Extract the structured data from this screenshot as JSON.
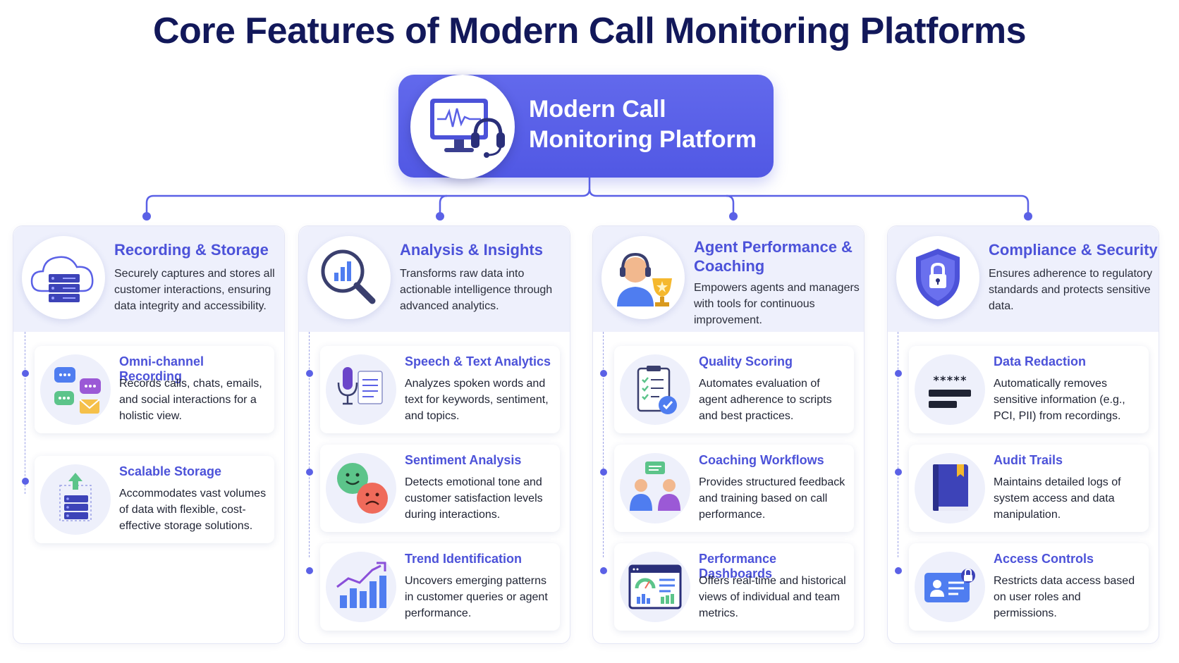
{
  "title": "Core Features of Modern Call Monitoring Platforms",
  "hub": {
    "line1": "Modern Call",
    "line2": "Monitoring Platform",
    "icon": "monitor-headset-icon"
  },
  "colors": {
    "primary": "#5158e4",
    "title": "#12185a",
    "accent_text": "#4c52d9",
    "head_bg": "#eef0fc"
  },
  "columns": [
    {
      "title": "Recording & Storage",
      "description": "Securely captures and stores all customer interactions, ensuring data integrity and accessibility.",
      "icon": "cloud-server-icon",
      "cards": [
        {
          "title": "Omni-channel Recording",
          "description": "Records calls, chats, emails, and social interactions for a holistic view.",
          "icon": "chat-bubbles-icon"
        },
        {
          "title": "Scalable Storage",
          "description": "Accommodates vast volumes of data with flexible, cost-effective storage solutions.",
          "icon": "server-upload-icon"
        }
      ]
    },
    {
      "title": "Analysis & Insights",
      "description": "Transforms raw data into actionable intelligence through advanced analytics.",
      "icon": "magnifier-chart-icon",
      "cards": [
        {
          "title": "Speech & Text Analytics",
          "description": "Analyzes spoken words and text for keywords, sentiment, and topics.",
          "icon": "microphone-document-icon"
        },
        {
          "title": "Sentiment Analysis",
          "description": "Detects emotional tone and customer satisfaction levels during interactions.",
          "icon": "smiley-faces-icon"
        },
        {
          "title": "Trend Identification",
          "description": "Uncovers emerging patterns in customer queries or agent performance.",
          "icon": "trend-chart-icon"
        }
      ]
    },
    {
      "title": "Agent Performance & Coaching",
      "description": "Empowers agents and managers with tools for continuous improvement.",
      "icon": "agent-trophy-icon",
      "cards": [
        {
          "title": "Quality Scoring",
          "description": "Automates evaluation of agent adherence to scripts and best practices.",
          "icon": "checklist-clipboard-icon"
        },
        {
          "title": "Coaching Workflows",
          "description": "Provides structured feedback and training based on call performance.",
          "icon": "coaching-people-icon"
        },
        {
          "title": "Performance Dashboards",
          "description": "Offers real-time and historical views of individual and team metrics.",
          "icon": "dashboard-icon"
        }
      ]
    },
    {
      "title": "Compliance & Security",
      "description": "Ensures adherence to regulatory standards and protects sensitive data.",
      "icon": "shield-lock-icon",
      "cards": [
        {
          "title": "Data Redaction",
          "description": "Automatically removes sensitive information (e.g., PCI, PII) from recordings.",
          "icon": "redaction-icon",
          "mask": "*****"
        },
        {
          "title": "Audit Trails",
          "description": "Maintains detailed logs of system access and data manipulation.",
          "icon": "log-book-icon"
        },
        {
          "title": "Access Controls",
          "description": "Restricts data access based on user roles and permissions.",
          "icon": "id-card-lock-icon"
        }
      ]
    }
  ]
}
